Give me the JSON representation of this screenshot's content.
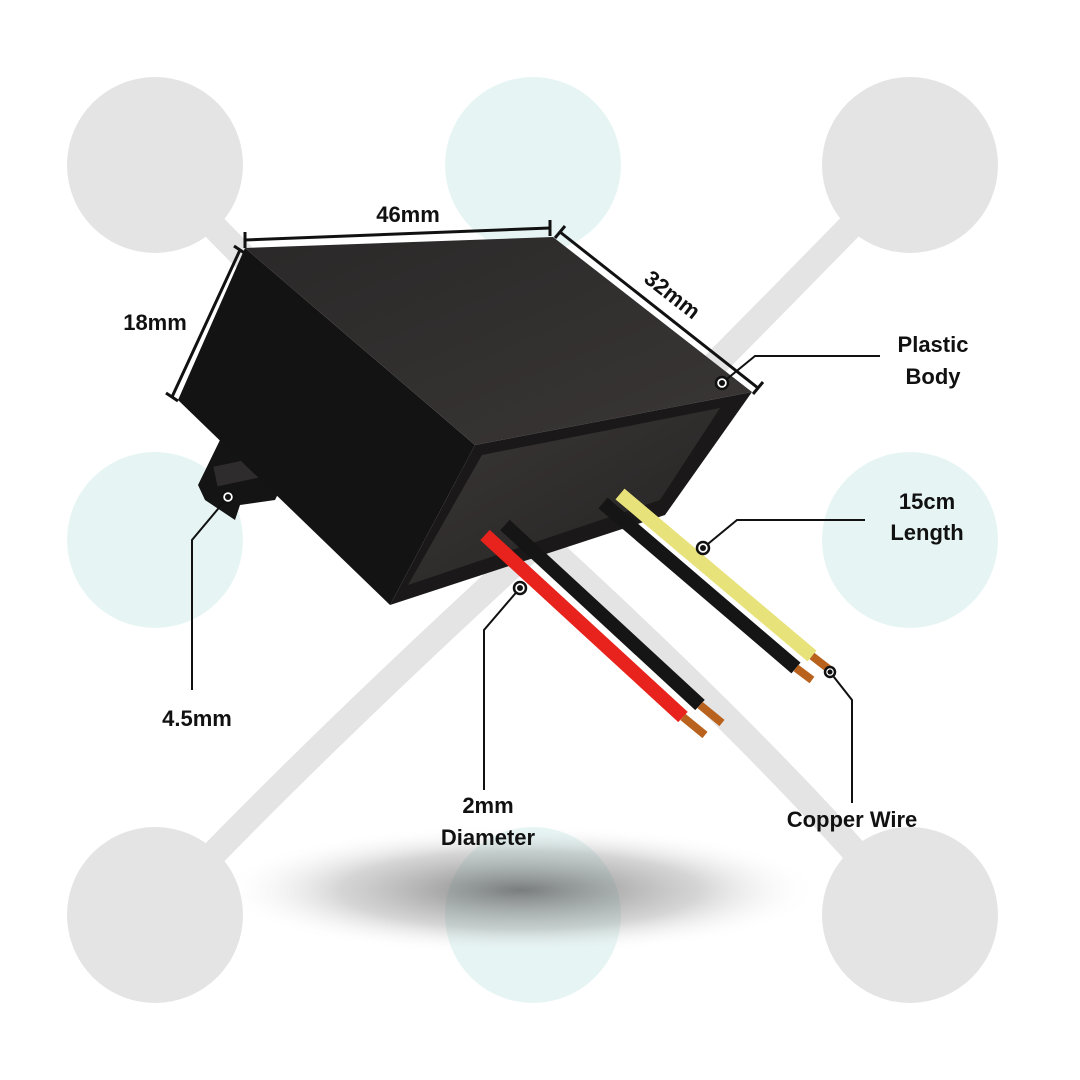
{
  "dimensions": {
    "width": "46mm",
    "depth": "32mm",
    "height": "18mm",
    "mount_hole": "4.5mm"
  },
  "callouts": {
    "body": [
      "Plastic",
      "Body"
    ],
    "length": [
      "15cm",
      "Length"
    ],
    "diameter": [
      "2mm",
      "Diameter"
    ],
    "copper": "Copper Wire"
  },
  "colors": {
    "blob_gray": "#e4e4e4",
    "blob_teal": "#e6f5f4",
    "body": "#1c1a1a",
    "wire_red": "#e8221c",
    "wire_yellow": "#e8e27a",
    "wire_black": "#151515",
    "copper": "#b8621e"
  }
}
